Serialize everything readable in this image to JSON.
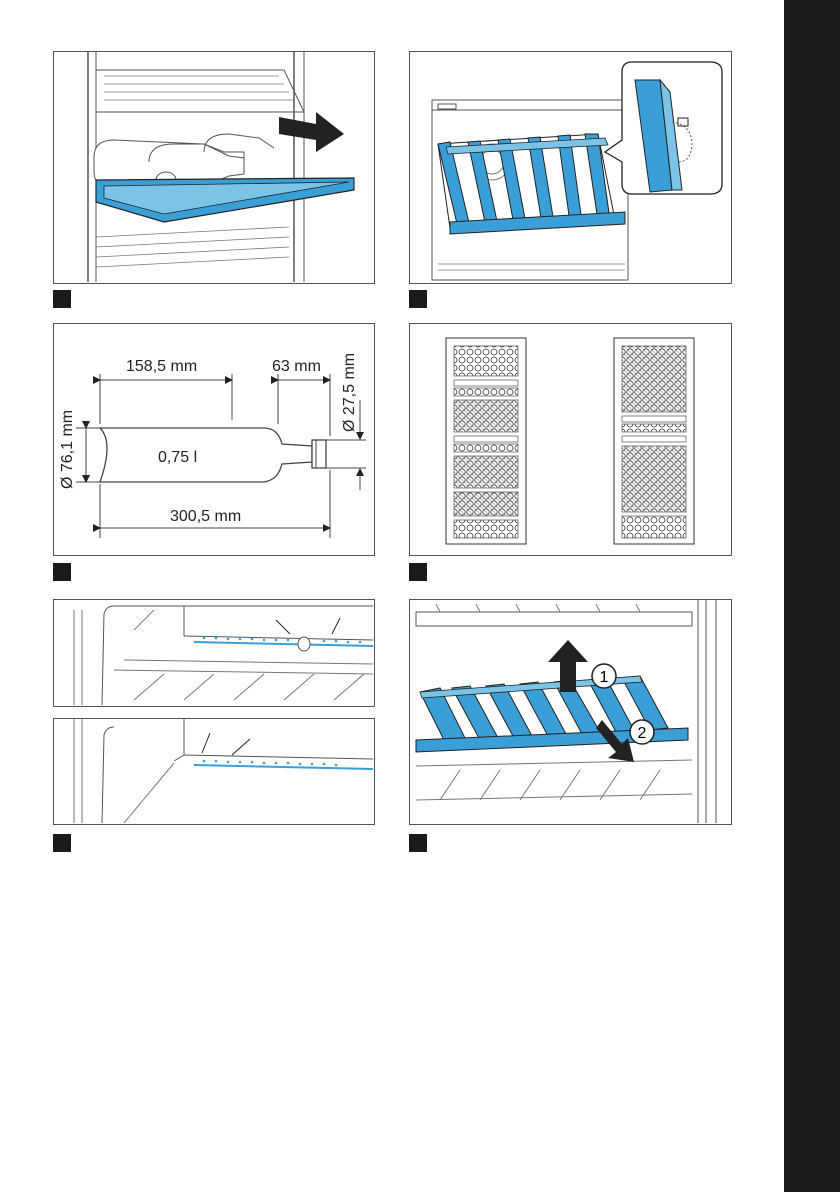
{
  "colors": {
    "accent_blue": "#3a9fd6",
    "dark_tab": "#1b1b1b",
    "line": "#555555"
  },
  "figures": {
    "bottle": {
      "length_between_tip_and_neck": "158,5 mm",
      "neck_length": "63 mm",
      "neck_diameter": "Ø 27,5 mm",
      "body_diameter": "Ø 76,1 mm",
      "volume": "0,75 l",
      "total_length": "300,5 mm"
    },
    "shelf_steps": {
      "step1": "1",
      "step2": "2"
    }
  }
}
